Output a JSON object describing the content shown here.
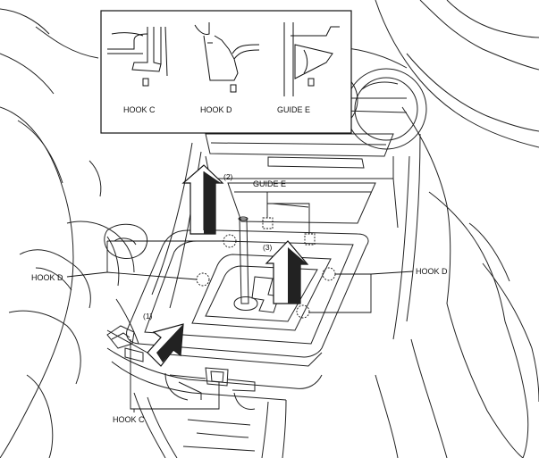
{
  "inset": {
    "hook_c": "HOOK C",
    "hook_d": "HOOK D",
    "guide_e": "GUIDE E"
  },
  "callouts": {
    "guide_e": "GUIDE E",
    "hook_d_left": "HOOK D",
    "hook_d_right": "HOOK D",
    "hook_c": "HOOK C"
  },
  "steps": {
    "step1": "(1)",
    "step2": "(2)",
    "step3": "(3)"
  }
}
